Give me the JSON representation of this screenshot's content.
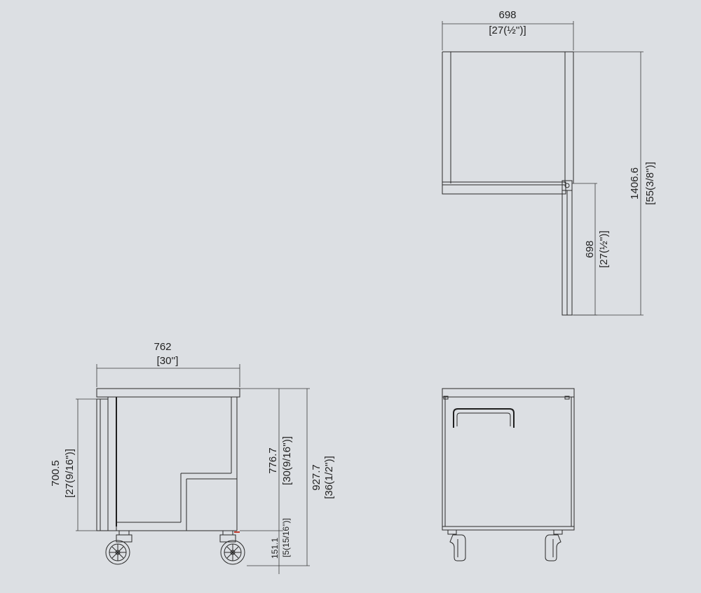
{
  "top_view": {
    "width_mm": "698",
    "width_in": "[27(½'')]",
    "depth_mm": "1406.6",
    "depth_in": "[55(3/8'')]",
    "door_mm": "698",
    "door_in": "[27(½'')]"
  },
  "side_view": {
    "width_mm": "762",
    "width_in": "[30'']",
    "inner_height_mm": "700.5",
    "inner_height_in": "[27(9/16'')]",
    "body_height_mm": "776.7",
    "body_height_in": "[30(9/16'')]",
    "total_height_mm": "927.7",
    "total_height_in": "[36(1/2'')]",
    "caster_mm": "151.1",
    "caster_in": "[5(15/16'')]"
  },
  "front_view": {},
  "colors": {
    "background": "#dcdfe3",
    "line": "#2a2a2a",
    "caster_accent": "#c0392b"
  }
}
